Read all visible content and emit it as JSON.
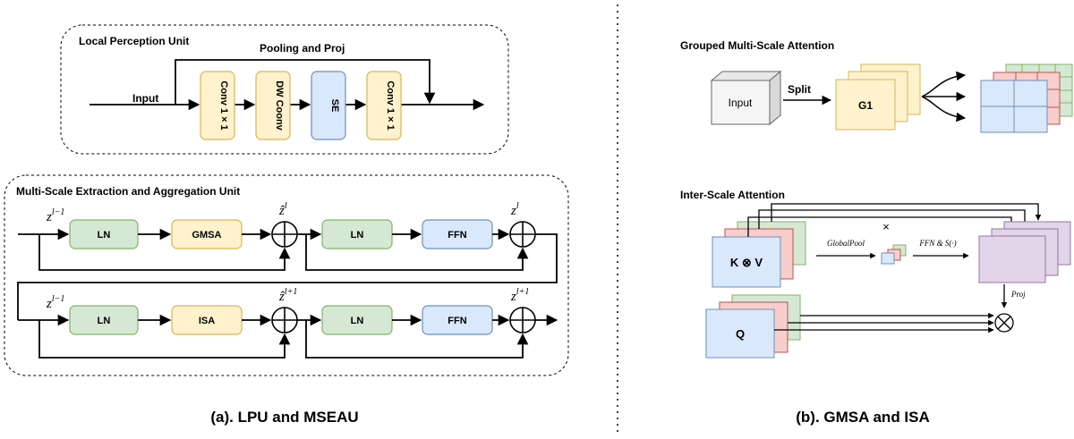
{
  "lpu": {
    "title": "Local Perception Unit",
    "pooling_label": "Pooling and Proj",
    "input_label": "Input",
    "blocks": [
      "Conv 1 × 1",
      "DW Coonv",
      "SE",
      "Conv 1 × 1"
    ]
  },
  "mseau": {
    "title": "Multi-Scale Extraction and Aggregation Unit",
    "row1": {
      "z_in": "z",
      "z_in_sup": "l−1",
      "z_mid": "ẑ",
      "z_mid_sup": "l",
      "z_out": "z",
      "z_out_sup": "l",
      "blocks": [
        "LN",
        "GMSA",
        "LN",
        "FFN"
      ]
    },
    "row2": {
      "z_in": "z",
      "z_in_sup": "l−1",
      "z_mid": "ẑ",
      "z_mid_sup": "l+1",
      "z_out": "z",
      "z_out_sup": "l+1",
      "blocks": [
        "LN",
        "ISA",
        "LN",
        "FFN"
      ]
    }
  },
  "gmsa": {
    "title": "Grouped Multi-Scale Attention",
    "input_label": "Input",
    "split_label": "Split",
    "group_label": "G1"
  },
  "isa": {
    "title": "Inter-Scale Attention",
    "kv_label": "K ⊗ V",
    "q_label": "Q",
    "times_label": "×",
    "globalpool_label": "GlobalPool",
    "ffn_label": "FFN & S(·)",
    "proj_label": "Proj",
    "otimes": "⊗"
  },
  "captions": {
    "left": "(a). LPU and MSEAU",
    "right": "(b). GMSA and ISA"
  },
  "colors": {
    "yellow_fill": "#fff2cc",
    "yellow_stroke": "#d6b656",
    "blue_fill": "#dae8fc",
    "blue_stroke": "#6c8ebf",
    "green_fill": "#d5e8d4",
    "green_stroke": "#82b366",
    "red_fill": "#f8cecc",
    "red_stroke": "#b85450",
    "purple_fill": "#e1d5e7",
    "purple_stroke": "#9673a6",
    "gray_fill": "#f5f5f5"
  }
}
